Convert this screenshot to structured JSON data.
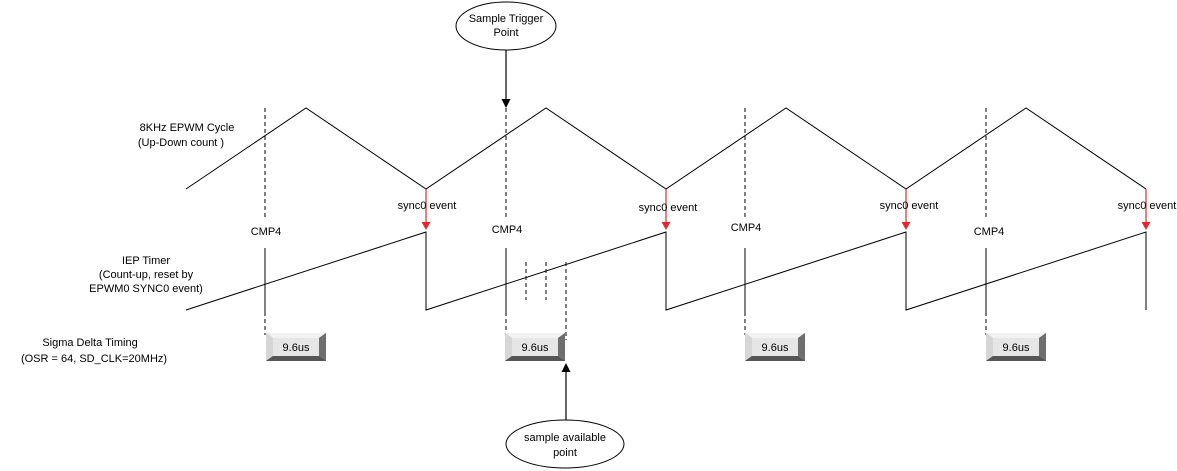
{
  "labels": {
    "epwm_line1": "8KHz EPWM Cycle",
    "epwm_line2": "(Up-Down count )",
    "iep_line1": "IEP Timer",
    "iep_line2": "(Count-up, reset by",
    "iep_line3": "EPWM0 SYNC0 event)",
    "sd_line1": "Sigma Delta Timing",
    "sd_line2": "(OSR = 64, SD_CLK=20MHz)"
  },
  "callouts": {
    "trigger_line1": "Sample Trigger",
    "trigger_line2": "Point",
    "available_line1": "sample available",
    "available_line2": "point"
  },
  "sync_event_label": "sync0 event",
  "cmp_label": "CMP4",
  "sd_block_label": "9.6us",
  "colors": {
    "sync_arrow": "#e8262a",
    "block_face": "#e6e6e6",
    "block_dark": "#7a7a7a"
  }
}
